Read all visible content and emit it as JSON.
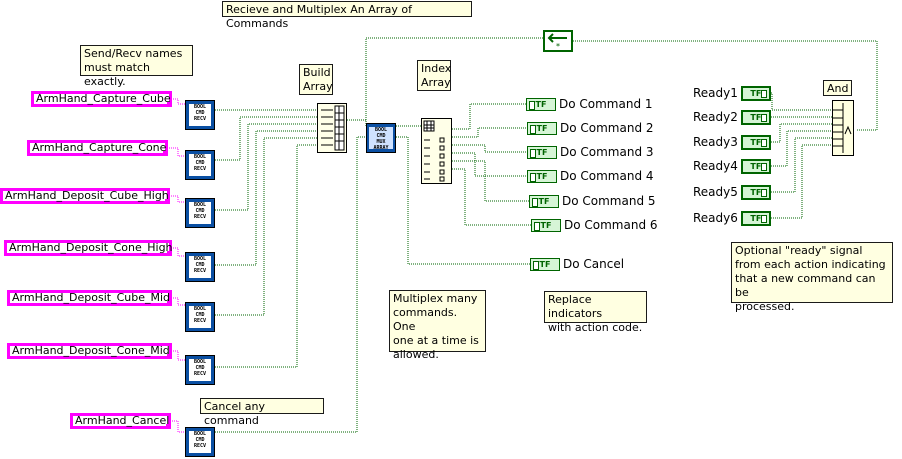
{
  "title": "Recieve and Multiplex An Array of Commands",
  "notes": {
    "send_recv": "Send/Recv names\nmust match exactly.",
    "cancel": "Cancel any command",
    "multiplex": "Multiplex many\ncommands.  One\none at a time is\nallowed.",
    "replace": "Replace indicators\nwith action code.",
    "ready": "Optional \"ready\" signal\nfrom each action indicating\nthat a new command can be\nprocessed."
  },
  "labels": {
    "build_array": "Build\nArray",
    "index_array": "Index\nArray",
    "and": "And"
  },
  "constants": [
    "ArmHand_Capture_Cube",
    "ArmHand_Capture_Cone",
    "ArmHand_Deposit_Cube_High",
    "ArmHand_Deposit_Cone_High",
    "ArmHand_Deposit_Cube_Mid",
    "ArmHand_Deposit_Cone_Mid",
    "ArmHand_Cancel"
  ],
  "recv_icon_text": "BOOL\nCMD\nRECV",
  "mux_icon_text": "BOOL\nCMD\nMUX\nARRAY",
  "tf_text": "TF",
  "indicators": [
    "Do Command 1",
    "Do Command 2",
    "Do Command 3",
    "Do Command 4",
    "Do Command 5",
    "Do Command 6",
    "Do Cancel"
  ],
  "ready_controls": [
    "Ready1",
    "Ready2",
    "Ready3",
    "Ready4",
    "Ready5",
    "Ready6"
  ],
  "colors": {
    "wire": "#006400",
    "string_const": "#ff00ff",
    "subvi_frame": "#0a4fa3",
    "note_bg": "#ffffe1"
  }
}
